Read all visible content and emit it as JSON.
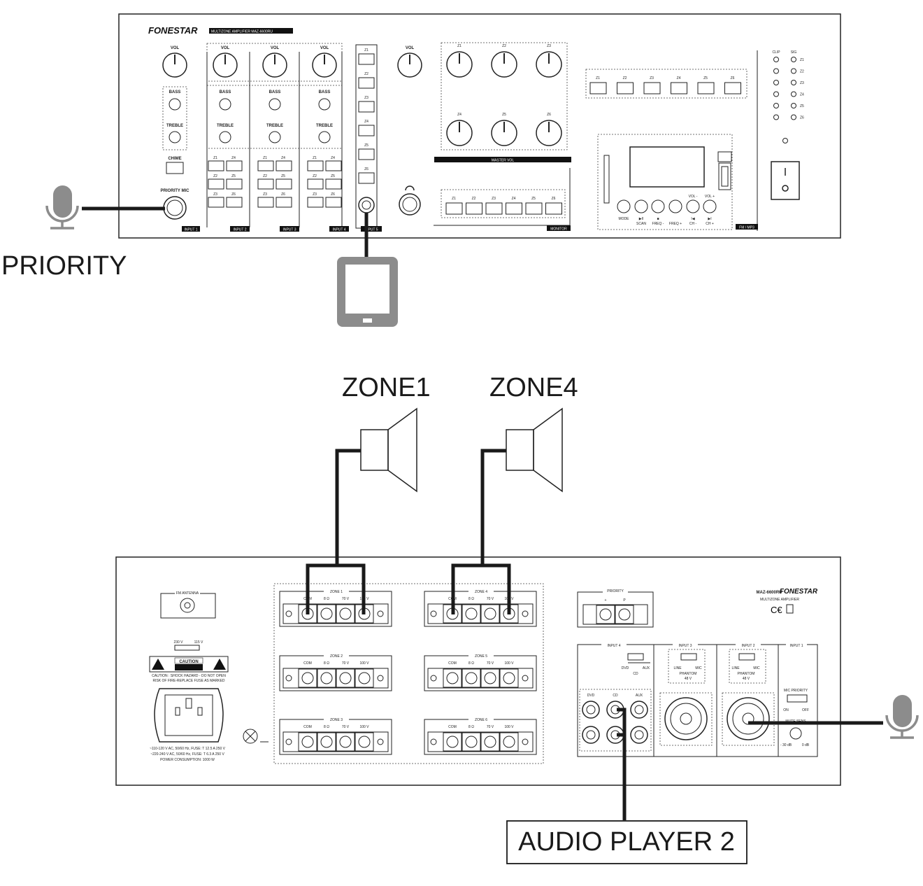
{
  "labels": {
    "priority": "PRIORITY",
    "zone1": "ZONE1",
    "zone4": "ZONE4",
    "audio_player_2": "AUDIO PLAYER 2"
  },
  "front_panel": {
    "brand": "FONESTAR",
    "model": "MULTIZONE AMPLIFIER MAZ-6600RU",
    "knob_labels": {
      "vol": "VOL",
      "bass": "BASS",
      "treble": "TREBLE"
    },
    "chime": "CHIME",
    "priority_mic": "PRIORITY MIC",
    "zone_buttons": [
      "Z1",
      "Z2",
      "Z3",
      "Z4",
      "Z5",
      "Z6"
    ],
    "input_tags": [
      "INPUT 1",
      "INPUT 2",
      "INPUT 3",
      "INPUT 4",
      "INPUT 5"
    ],
    "master_vol": "MASTER VOL",
    "monitor": "MONITOR",
    "fm_mp3": "FM / MP3",
    "clip": "CLIP",
    "sig": "SIG",
    "player": {
      "mode": "MODE",
      "scan": "SCAN",
      "freq_minus": "FREQ -",
      "freq_plus": "FREQ +",
      "ch_minus": "CH -",
      "ch_plus": "CH +",
      "vol_minus": "VOL -",
      "vol_plus": "VOL +"
    }
  },
  "rear_panel": {
    "model": "MAZ-6600RU",
    "brand": "FONESTAR",
    "subtitle": "MULTIZONE AMPLIFIER",
    "fm_antenna": "FM ANTENNA",
    "voltage_230": "230 V",
    "voltage_115": "115 V",
    "caution": "CAUTION",
    "caution_line1": "CAUTION : SHOCK HAZARD - DO NOT OPEN",
    "caution_line2": "RISK OF FIRE-REPLACE FUSE AS MARKED",
    "power_line1": "~110-120 V AC, 50/60 Hz, FUSE: T 12.5 A 250 V",
    "power_line2": "~220-240 V AC, 50/60 Hz, FUSE: T 6.3 A 250 V",
    "power_line3": "POWER CONSUMPTION: 1000 W",
    "zones": [
      "ZONE 1",
      "ZONE 2",
      "ZONE 3",
      "ZONE 4",
      "ZONE 5",
      "ZONE 6"
    ],
    "terminal_labels": [
      "COM",
      "8 Ω",
      "70 V",
      "100 V"
    ],
    "priority": "PRIORITY",
    "priority_plus": "+",
    "priority_p": "P",
    "input4": "INPUT 4",
    "input3": "INPUT 3",
    "input2": "INPUT 2",
    "input1": "INPUT 1",
    "dvd": "DVD",
    "cd": "CD",
    "aux": "AUX",
    "line": "LINE",
    "mic": "MIC",
    "phantom": "PHANTOM",
    "phantom_v": "48 V",
    "mic_priority": "MIC PRIORITY",
    "on": "ON",
    "off": "OFF",
    "mute_sens": "MUTE SENS",
    "minus30": "- 30 dB",
    "zero": "0 dB"
  }
}
